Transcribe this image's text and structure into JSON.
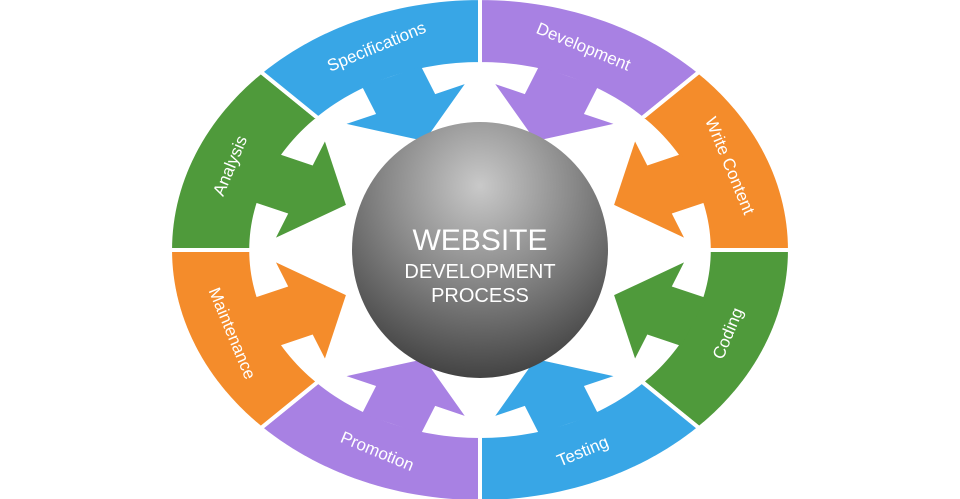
{
  "center": {
    "line1": "WEBSITE",
    "line2": "DEVELOPMENT",
    "line3": "PROCESS"
  },
  "segments": [
    {
      "label": "Development",
      "color": "#a881e3"
    },
    {
      "label": "Write Content",
      "color": "#f48c2b"
    },
    {
      "label": "Coding",
      "color": "#4f9a3b"
    },
    {
      "label": "Testing",
      "color": "#38a6e6"
    },
    {
      "label": "Promotion",
      "color": "#a881e3"
    },
    {
      "label": "Maintenance",
      "color": "#f48c2b"
    },
    {
      "label": "Analysis",
      "color": "#4f9a3b"
    },
    {
      "label": "Specifications",
      "color": "#38a6e6"
    }
  ]
}
